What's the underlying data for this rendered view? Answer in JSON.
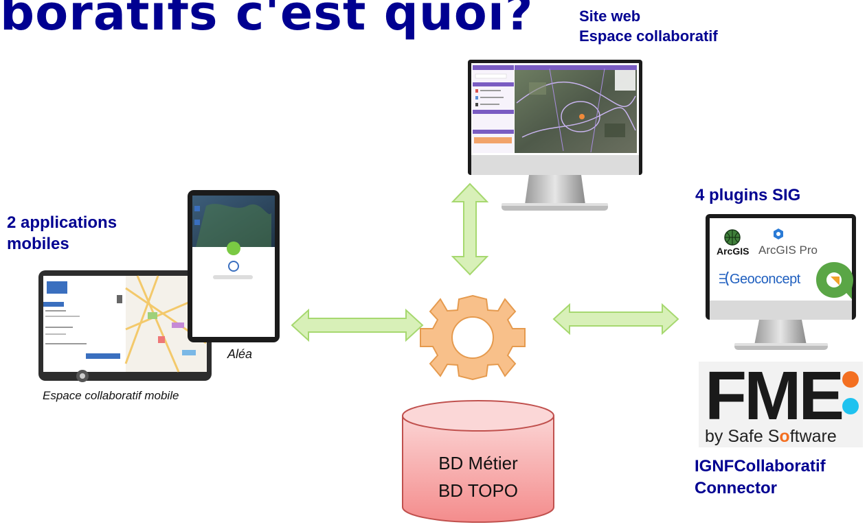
{
  "title": "boratifs c'est quoi?",
  "web": {
    "line1": "Site web",
    "line2": "Espace collaboratif"
  },
  "mobile": {
    "line1": "2 applications",
    "line2": "mobiles",
    "app1": "Espace collaboratif mobile",
    "app2": "Aléa"
  },
  "plugins": {
    "heading": "4 plugins SIG",
    "arcgis": "ArcGIS",
    "arcgis_pro": "ArcGIS Pro",
    "geoconcept": "Geoconcept"
  },
  "fme": {
    "logo": "FME",
    "by_prefix": "by Safe S",
    "by_o": "o",
    "by_suffix": "ftware",
    "name1": "IGNFCollaboratif",
    "name2": "Connector"
  },
  "database": {
    "line1": "BD Métier",
    "line2": "BD TOPO"
  },
  "colors": {
    "brand_blue": "#000091",
    "arrow_green": "#a6d86f",
    "gear_orange": "#f8b97a",
    "db_red": "#f8a9a9"
  }
}
